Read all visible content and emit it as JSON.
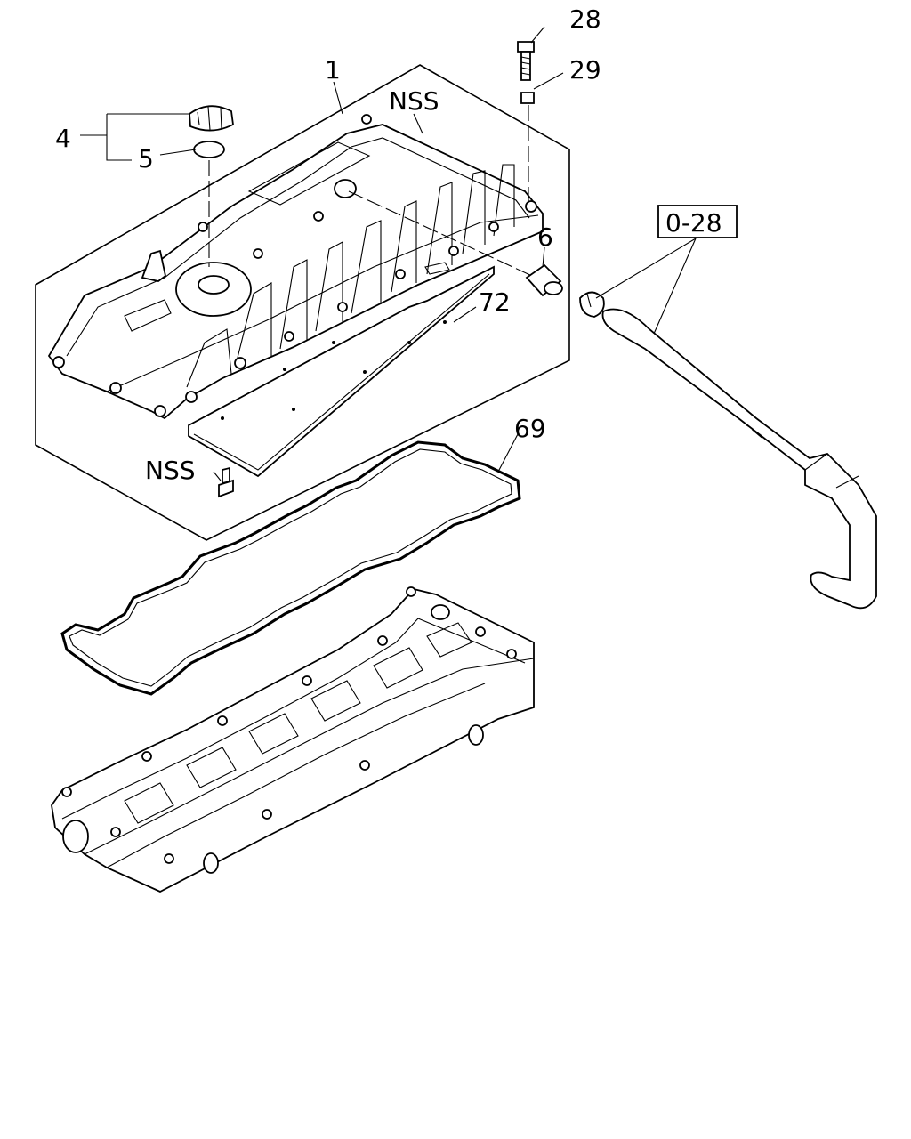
{
  "callouts": {
    "c28": "28",
    "c29": "29",
    "c1": "1",
    "nss_top": "NSS",
    "c4": "4",
    "c5": "5",
    "c6": "6",
    "c72": "72",
    "c69": "69",
    "nss_bottom": "NSS",
    "ref_box": "0-28"
  }
}
